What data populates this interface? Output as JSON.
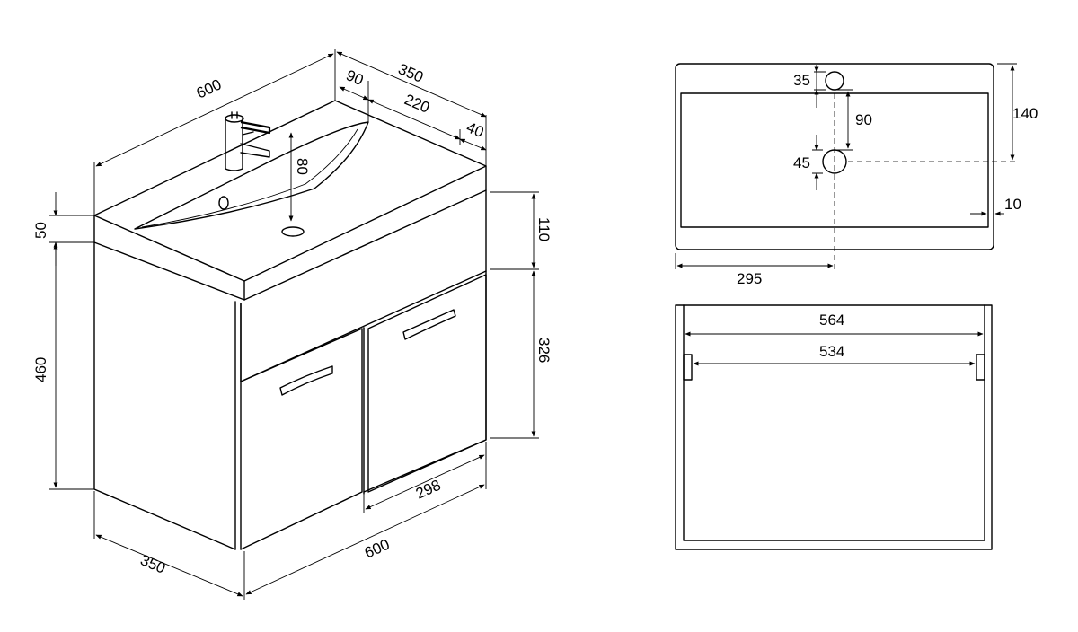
{
  "cabinet": {
    "top_width": "600",
    "top_depth": "350",
    "tap_offset": "90",
    "basin_length": "220",
    "rear_gap": "40",
    "basin_depth": "80",
    "top_thickness": "50",
    "body_height": "460",
    "top_height": "110",
    "door_height": "326",
    "door_width": "298",
    "base_width": "600",
    "base_depth": "350"
  },
  "plan": {
    "tap_hole": "35",
    "hole_spacing": "90",
    "drain_hole": "45",
    "depth": "140",
    "wall": "10",
    "center_offset": "295"
  },
  "front": {
    "outer_width": "564",
    "inner_width": "534"
  }
}
